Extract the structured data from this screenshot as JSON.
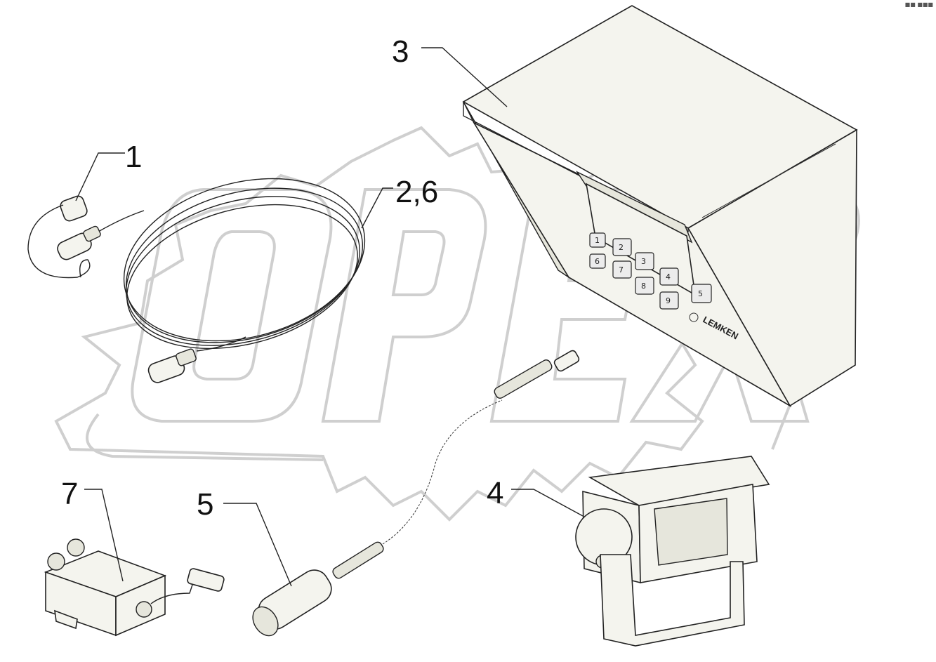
{
  "corner_mark": "■■ ■■■",
  "watermark": {
    "text": "OPEX"
  },
  "callouts": [
    {
      "id": "label-1",
      "text": "1"
    },
    {
      "id": "label-2-6",
      "text": "2,6"
    },
    {
      "id": "label-3",
      "text": "3"
    },
    {
      "id": "label-4",
      "text": "4"
    },
    {
      "id": "label-5",
      "text": "5"
    },
    {
      "id": "label-7",
      "text": "7"
    }
  ],
  "monitor": {
    "keys": [
      "1",
      "2",
      "3",
      "4",
      "5",
      "6",
      "7",
      "8",
      "9"
    ],
    "brand": "LEMKEN"
  }
}
